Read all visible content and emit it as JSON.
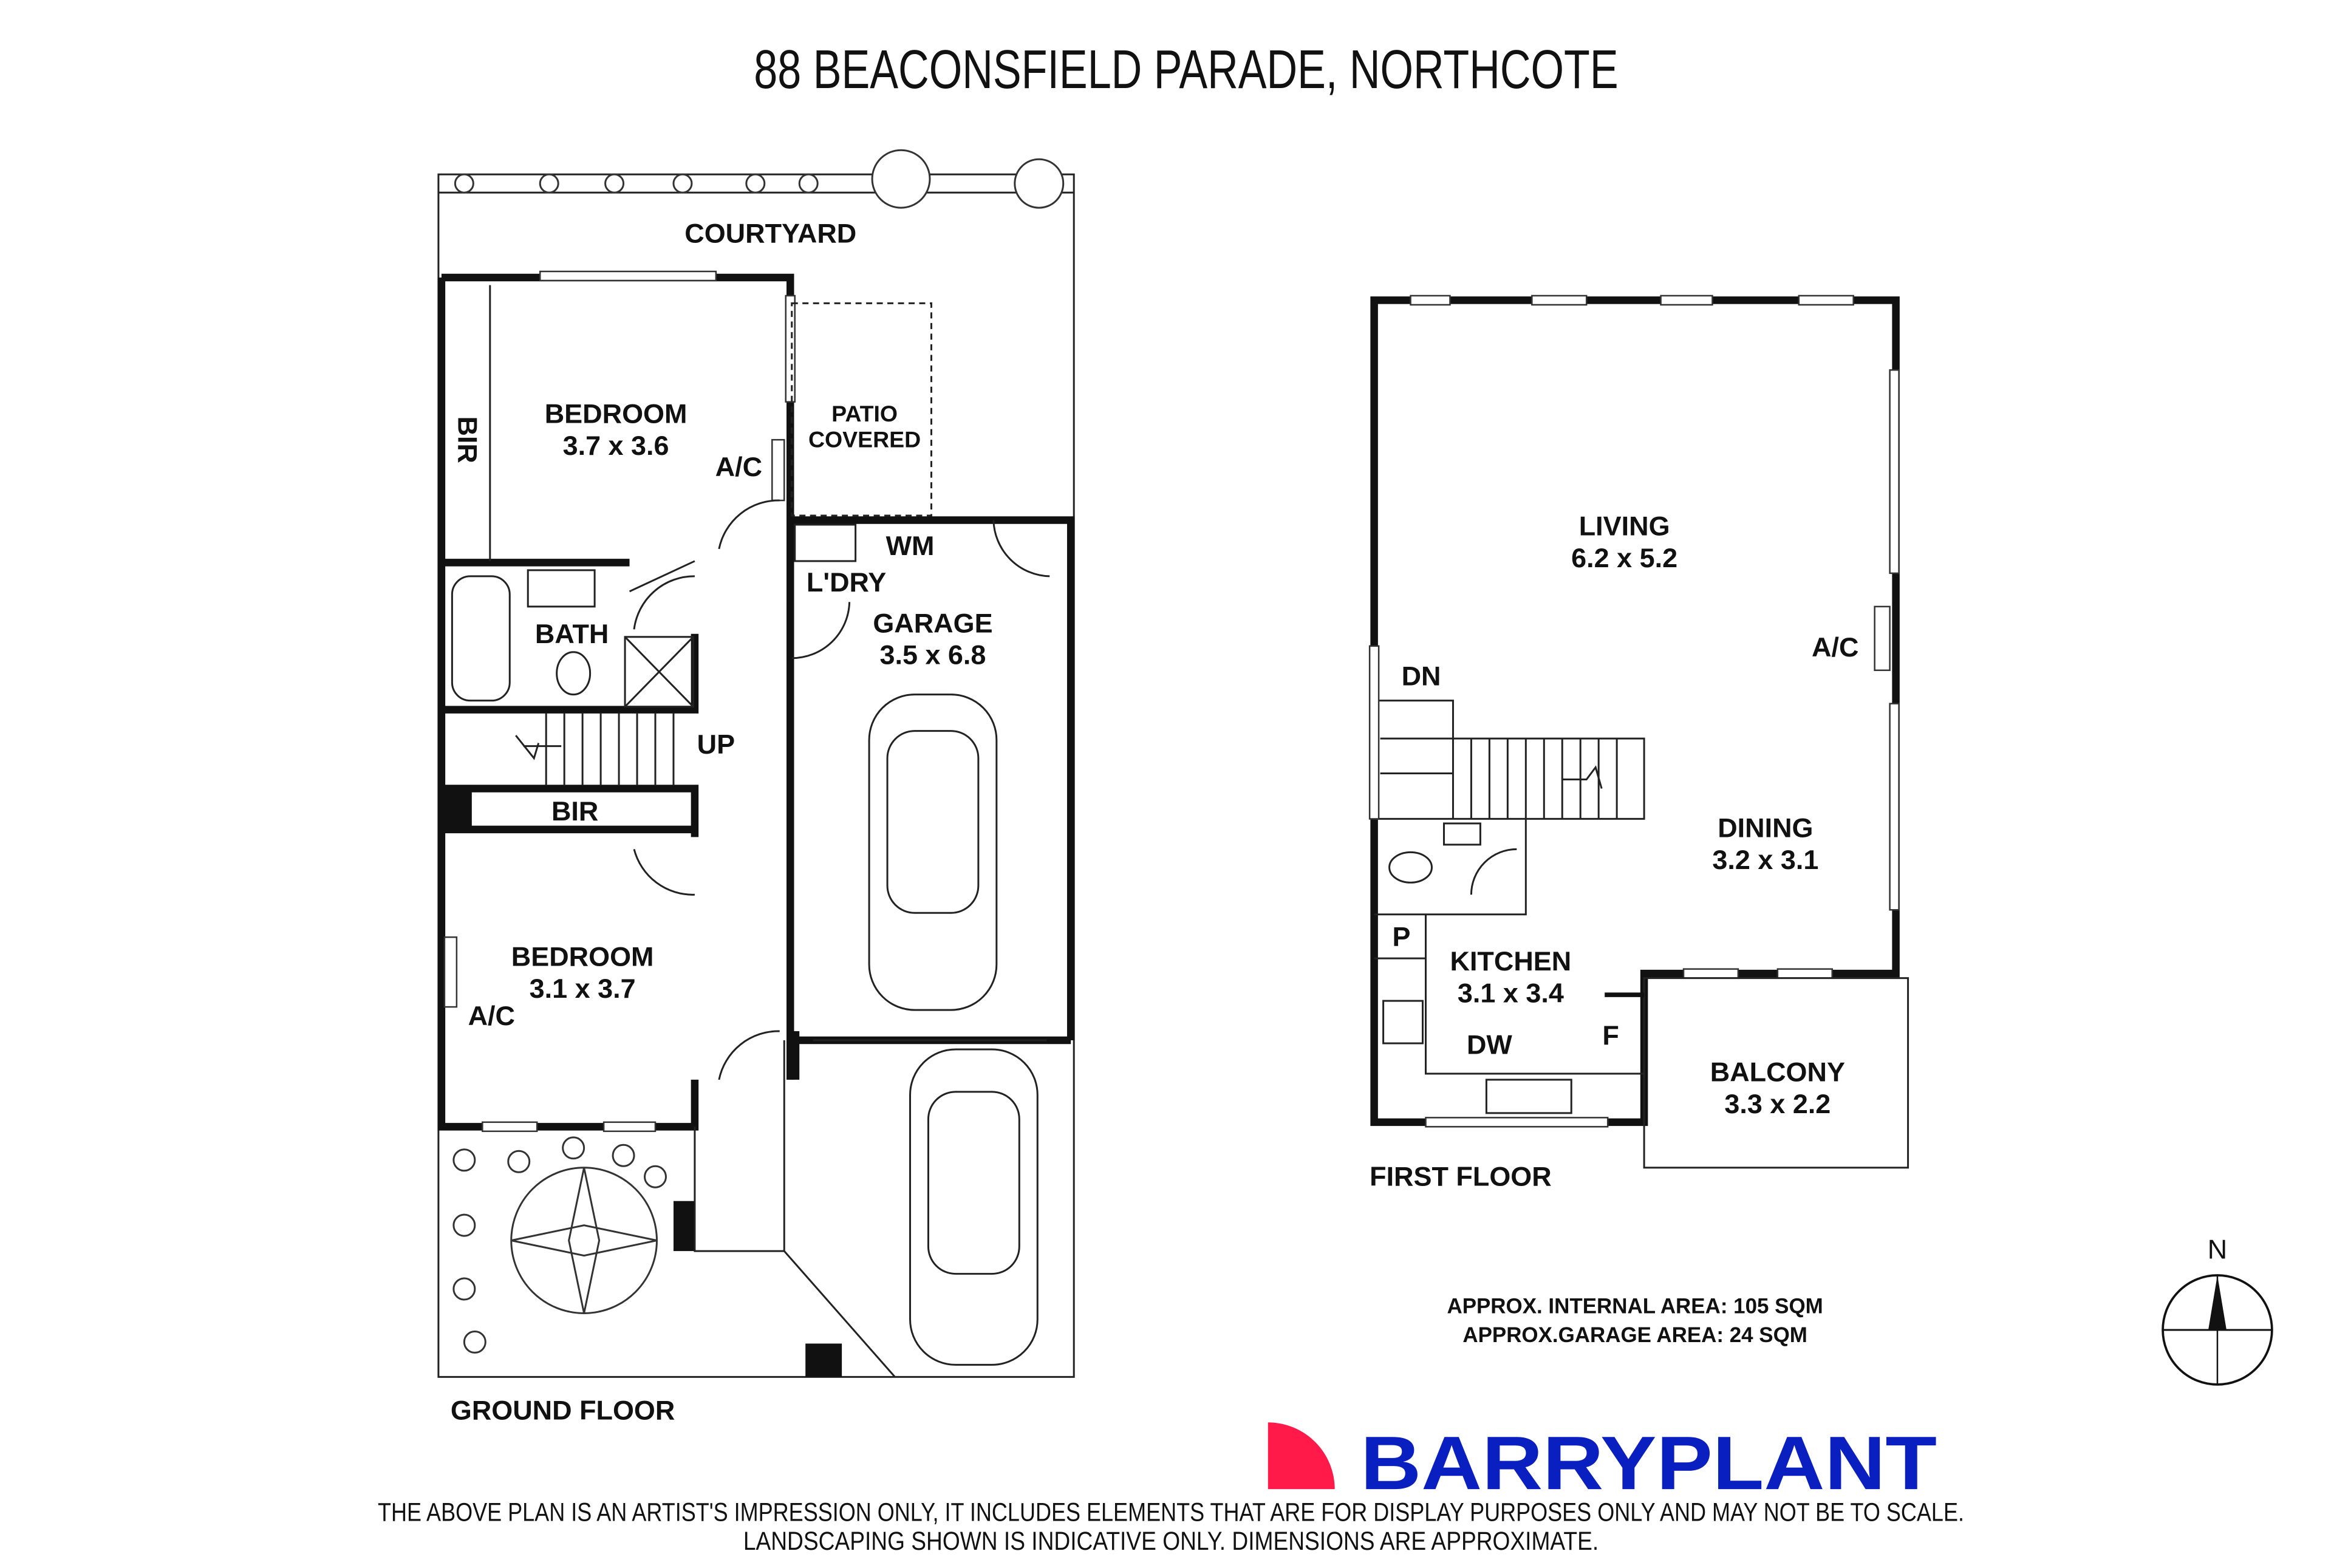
{
  "title": "88 BEACONSFIELD PARADE, NORTHCOTE",
  "ground_floor": {
    "label": "GROUND FLOOR",
    "rooms": {
      "courtyard": "COURTYARD",
      "bedroom1_name": "BEDROOM",
      "bedroom1_dims": "3.7 x 3.6",
      "bir1": "BIR",
      "ac1": "A/C",
      "patio_line1": "PATIO",
      "patio_line2": "COVERED",
      "wm": "WM",
      "laundry": "L'DRY",
      "garage_name": "GARAGE",
      "garage_dims": "3.5 x 6.8",
      "bath": "BATH",
      "up": "UP",
      "bir2": "BIR",
      "bedroom2_name": "BEDROOM",
      "bedroom2_dims": "3.1 x 3.7",
      "ac2": "A/C"
    }
  },
  "first_floor": {
    "label": "FIRST FLOOR",
    "rooms": {
      "living_name": "LIVING",
      "living_dims": "6.2 x 5.2",
      "ac": "A/C",
      "dn": "DN",
      "dining_name": "DINING",
      "dining_dims": "3.2 x 3.1",
      "pantry": "P",
      "kitchen_name": "KITCHEN",
      "kitchen_dims": "3.1 x 3.4",
      "dw": "DW",
      "fridge": "F",
      "balcony_name": "BALCONY",
      "balcony_dims": "3.3 x 2.2"
    }
  },
  "areas": {
    "internal": "APPROX. INTERNAL AREA: 105 SQM",
    "garage": "APPROX.GARAGE AREA: 24 SQM"
  },
  "compass": {
    "label": "N"
  },
  "brand": {
    "name": "BARRYPLANT",
    "logo_red": "#ff1a4a",
    "logo_blue": "#0a1fbf"
  },
  "disclaimer": {
    "line1": "THE ABOVE PLAN IS AN ARTIST'S IMPRESSION ONLY, IT INCLUDES ELEMENTS THAT ARE FOR DISPLAY PURPOSES ONLY AND MAY NOT BE TO SCALE.",
    "line2": "LANDSCAPING SHOWN IS INDICATIVE ONLY. DIMENSIONS ARE APPROXIMATE."
  }
}
